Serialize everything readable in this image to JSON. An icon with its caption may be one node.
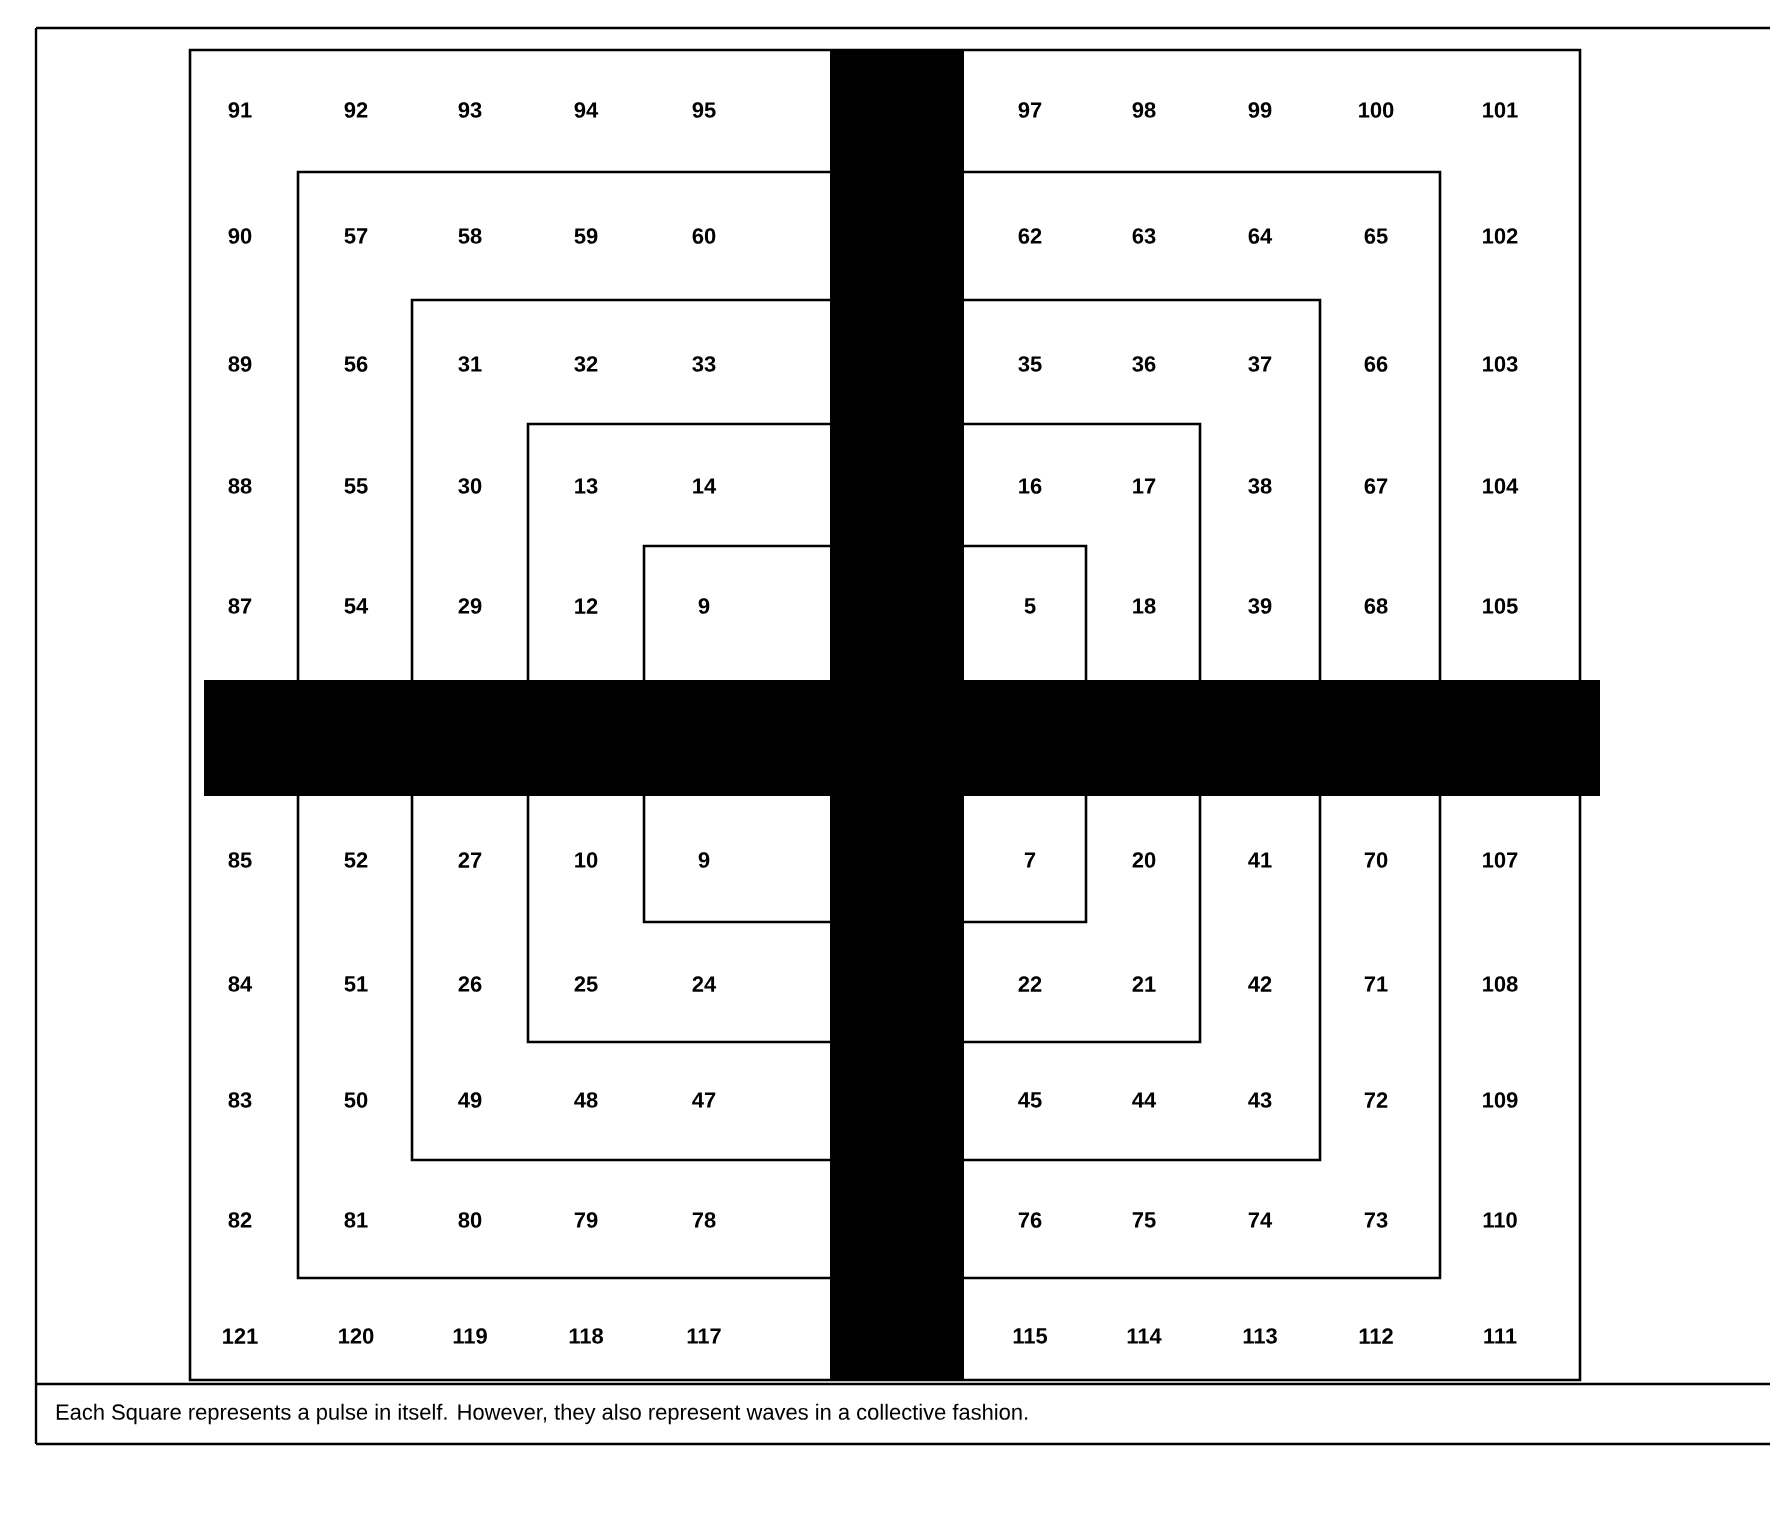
{
  "diagram": {
    "caption": "Each Square represents a pulse in itself. However, they also represent waves in a collective fashion.",
    "labels": [
      "91",
      "92",
      "93",
      "94",
      "95",
      "97",
      "98",
      "99",
      "100",
      "101",
      "90",
      "57",
      "58",
      "59",
      "60",
      "62",
      "63",
      "64",
      "65",
      "102",
      "89",
      "56",
      "31",
      "32",
      "33",
      "35",
      "36",
      "37",
      "66",
      "103",
      "88",
      "55",
      "30",
      "13",
      "14",
      "16",
      "17",
      "38",
      "67",
      "104",
      "87",
      "54",
      "29",
      "12",
      "9",
      "5",
      "18",
      "39",
      "68",
      "105",
      "85",
      "52",
      "27",
      "10",
      "9",
      "7",
      "20",
      "41",
      "70",
      "107",
      "84",
      "51",
      "26",
      "25",
      "24",
      "22",
      "21",
      "42",
      "71",
      "108",
      "83",
      "50",
      "49",
      "48",
      "47",
      "45",
      "44",
      "43",
      "72",
      "109",
      "82",
      "81",
      "80",
      "79",
      "78",
      "76",
      "75",
      "74",
      "73",
      "110",
      "121",
      "120",
      "119",
      "118",
      "117",
      "115",
      "114",
      "113",
      "112",
      "111"
    ]
  }
}
